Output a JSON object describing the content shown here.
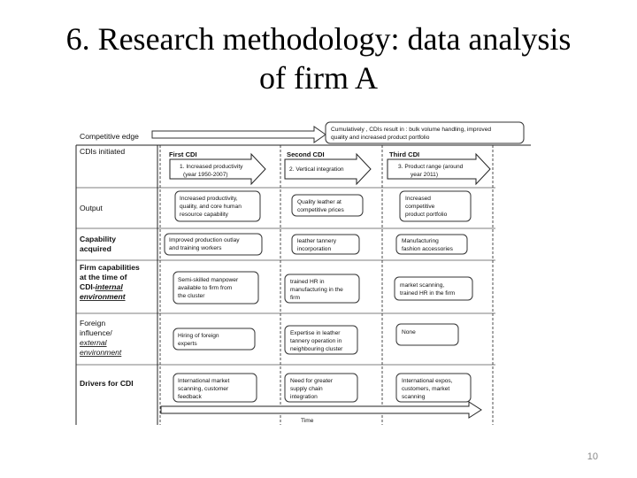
{
  "slide": {
    "title_line1": "6. Research methodology: data analysis",
    "title_line2": "of firm A",
    "page_number": "10"
  },
  "diagram": {
    "competitive_edge": {
      "label": "Competitive edge",
      "text_line1": "Cumulatively , CDIs result in : bulk volume handling, improved",
      "text_line2": "quality and increased product portfolio"
    },
    "rows": {
      "cdis_initiated": "CDIs initiated",
      "output": "Output",
      "capability_1": "Capability",
      "capability_2": "acquired",
      "firm_cap_1": "Firm capabilities",
      "firm_cap_2": "at the time of",
      "firm_cap_3a": "CDI-",
      "firm_cap_3b": "internal",
      "firm_cap_4": "environment",
      "foreign_1": "Foreign",
      "foreign_2": "influence/",
      "foreign_3": "external",
      "foreign_4": "environment",
      "drivers": "Drivers for CDI"
    },
    "cdis": {
      "first": {
        "head": "First CDI",
        "arrow_line1": "1. Increased productivity",
        "arrow_line2": "(year 1950-2007)",
        "output_1": "Increased productivity,",
        "output_2": "quality, and core human",
        "output_3": "resource capability",
        "capability_1": "Improved production outlay",
        "capability_2": "and training workers",
        "firm_1": "Semi-skilled manpower",
        "firm_2": "available to firm from",
        "firm_3": "the cluster",
        "foreign_1": "Hiring of foreign",
        "foreign_2": "experts",
        "drivers_1": "International market",
        "drivers_2": "scanning, customer",
        "drivers_3": "feedback"
      },
      "second": {
        "head": "Second CDI",
        "arrow_line1": "2. Vertical integration",
        "output_1": "Quality leather at",
        "output_2": "competitive prices",
        "capability_1": "leather tannery",
        "capability_2": "incorporation",
        "firm_1": "trained HR in",
        "firm_2": "manufacturing in the",
        "firm_3": "firm",
        "foreign_1": "Expertise in leather",
        "foreign_2": "tannery operation in",
        "foreign_3": "neighbouring cluster",
        "drivers_1": "Need for greater",
        "drivers_2": "supply chain",
        "drivers_3": "integration"
      },
      "third": {
        "head": "Third CDI",
        "arrow_line1": "3. Product range (around",
        "arrow_line2": "year 2011)",
        "output_1": "Increased",
        "output_2": "competitive",
        "output_3": "product portfolio",
        "capability_1": "Manufacturing",
        "capability_2": "fashion accessories",
        "firm_1": "market scanning,",
        "firm_2": "trained HR in the firm",
        "foreign_1": "None",
        "drivers_1": "International expos,",
        "drivers_2": "customers, market",
        "drivers_3": "scanning"
      }
    },
    "time_label": "Time"
  }
}
